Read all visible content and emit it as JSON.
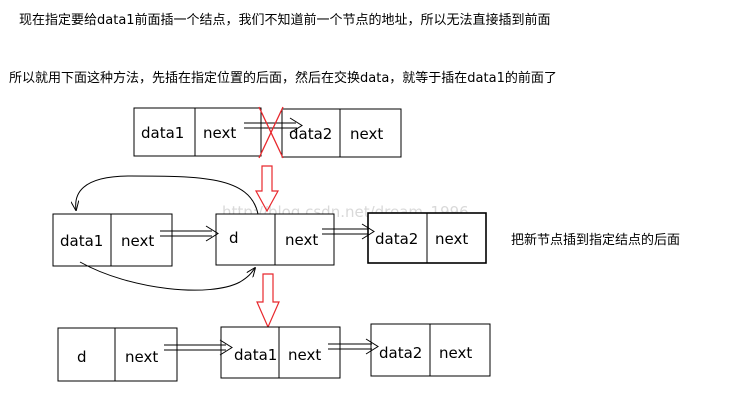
{
  "text": {
    "line1": "现在指定要给data1前面插一个结点，我们不知道前一个节点的地址，所以无法直接插到前面",
    "line2": "所以就用下面这种方法，先插在指定位置的后面，然后在交换data，就等于插在data1的前面了",
    "note": "把新节点插到指定结点的后面",
    "watermark": "http://blog.csdn.net/dream_1996"
  },
  "row1": {
    "node_a": {
      "data": "data1",
      "next": "next"
    },
    "node_b": {
      "data": "data2",
      "next": "next"
    }
  },
  "row2": {
    "node_a": {
      "data": "data1",
      "next": "next"
    },
    "node_d": {
      "data": "d",
      "next": "next"
    },
    "node_b": {
      "data": "data2",
      "next": "next"
    }
  },
  "row3": {
    "node_d": {
      "data": "d",
      "next": "next"
    },
    "node_a": {
      "data": "data1",
      "next": "next"
    },
    "node_b": {
      "data": "data2",
      "next": "next"
    }
  },
  "colors": {
    "cross": "#e8282d",
    "down_arrow": "#e8282d",
    "line": "#000000"
  }
}
